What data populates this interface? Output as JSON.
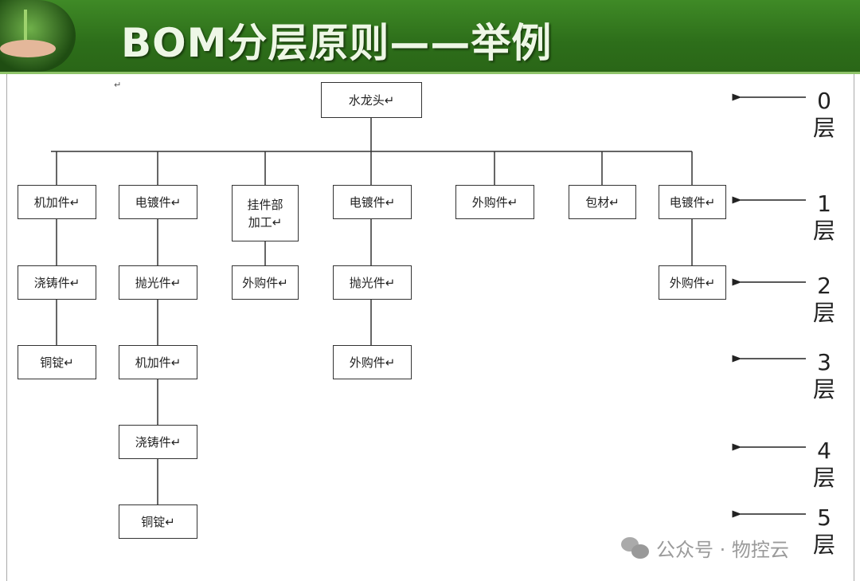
{
  "title": "BOM分层原则——举例",
  "paragraph_mark": "↵",
  "root": "水龙头↵",
  "level1": [
    "机加件↵",
    "电镀件↵",
    "挂件部\n加工↵",
    "电镀件↵",
    "外购件↵",
    "包材↵",
    "电镀件↵"
  ],
  "level2": [
    "浇铸件↵",
    "抛光件↵",
    "外购件↵",
    "抛光件↵",
    "外购件↵"
  ],
  "level3": [
    "铜锭↵",
    "机加件↵",
    "外购件↵"
  ],
  "level4": [
    "浇铸件↵"
  ],
  "level5": [
    "铜锭↵"
  ],
  "levels": [
    {
      "num": "0",
      "unit": "层"
    },
    {
      "num": "1",
      "unit": "层"
    },
    {
      "num": "2",
      "unit": "层"
    },
    {
      "num": "3",
      "unit": "层"
    },
    {
      "num": "4",
      "unit": "层"
    },
    {
      "num": "5",
      "unit": "层"
    }
  ],
  "watermark": "公众号 · 物控云"
}
